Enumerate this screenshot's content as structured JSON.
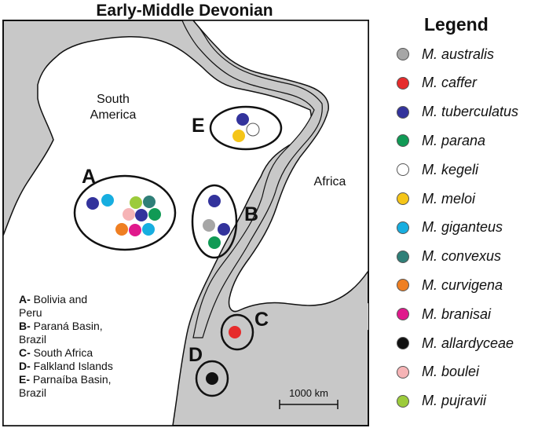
{
  "title": "Early-Middle Devonian",
  "colors": {
    "ocean": "#c8c8c8",
    "land": "#ffffff",
    "outline": "#111111"
  },
  "labels": {
    "south_america": [
      "South",
      "America"
    ],
    "africa": "Africa",
    "scale": "1000 km"
  },
  "regions": [
    {
      "letter": "A",
      "key": "A-",
      "name": "Bolivia and Peru",
      "key_lines": [
        "Bolivia and",
        "Peru"
      ]
    },
    {
      "letter": "B",
      "key": "B-",
      "name": "Paraná Basin, Brazil",
      "key_lines": [
        "Paraná Basin,",
        "Brazil"
      ]
    },
    {
      "letter": "C",
      "key": "C-",
      "name": "South Africa",
      "key_lines": [
        "South Africa"
      ]
    },
    {
      "letter": "D",
      "key": "D-",
      "name": "Falkland Islands",
      "key_lines": [
        "Falkland Islands"
      ]
    },
    {
      "letter": "E",
      "key": "E-",
      "name": "Parnaíba Basin, Brazil",
      "key_lines": [
        "Parnaíba Basin,",
        "Brazil"
      ]
    }
  ],
  "legend": {
    "title": "Legend",
    "items": [
      {
        "name": "M. australis",
        "color": "#a6a6a6"
      },
      {
        "name": "M. caffer",
        "color": "#e62b2b"
      },
      {
        "name": "M. tuberculatus",
        "color": "#33339c"
      },
      {
        "name": "M. parana",
        "color": "#109a55"
      },
      {
        "name": "M. kegeli",
        "color": "#ffffff"
      },
      {
        "name": "M. meloi",
        "color": "#f5c518"
      },
      {
        "name": "M. giganteus",
        "color": "#17aee0"
      },
      {
        "name": "M. convexus",
        "color": "#2f7f78"
      },
      {
        "name": "M. curvigena",
        "color": "#ef7f22"
      },
      {
        "name": "M. branisai",
        "color": "#e0198c"
      },
      {
        "name": "M. allardyceae",
        "color": "#111111"
      },
      {
        "name": "M. boulei",
        "color": "#f6b4b6"
      },
      {
        "name": "M. pujravii",
        "color": "#9ccb3b"
      }
    ]
  },
  "occurrences": {
    "A": [
      "M. tuberculatus",
      "M. giganteus",
      "M. pujravii",
      "M. convexus",
      "M. boulei",
      "M. tuberculatus",
      "M. parana",
      "M. curvigena",
      "M. branisai",
      "M. giganteus"
    ],
    "B": [
      "M. tuberculatus",
      "M. australis",
      "M. tuberculatus",
      "M. parana"
    ],
    "C": [
      "M. caffer"
    ],
    "D": [
      "M. allardyceae"
    ],
    "E": [
      "M. tuberculatus",
      "M. kegeli",
      "M. meloi"
    ]
  }
}
